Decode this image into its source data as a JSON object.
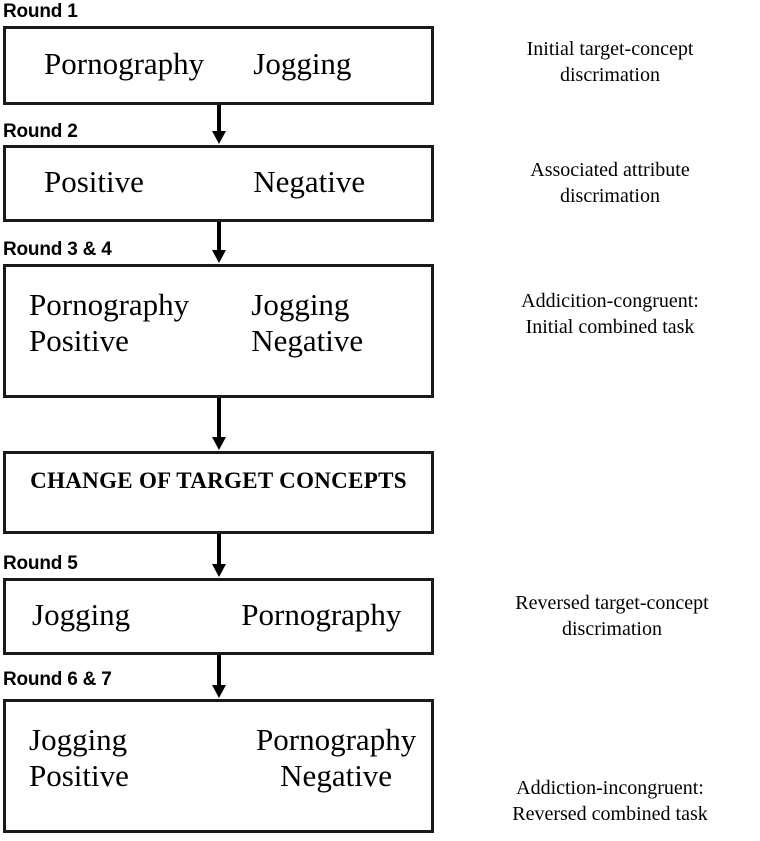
{
  "diagram": {
    "title": "Implicit Association Test round sequence",
    "line_color": "#1a1a1a",
    "text_color": "#000000",
    "background": "#ffffff"
  },
  "stages": [
    {
      "round_label": "Round 1",
      "type": "single",
      "left": {
        "line1": "Pornography"
      },
      "right": {
        "line1": "Jogging"
      },
      "description": {
        "line1": "Initial target-concept",
        "line2": "discrimation"
      }
    },
    {
      "round_label": "Round 2",
      "type": "single",
      "left": {
        "line1": "Positive"
      },
      "right": {
        "line1": "Negative"
      },
      "description": {
        "line1": "Associated attribute",
        "line2": "discrimation"
      }
    },
    {
      "round_label": "Round 3 & 4",
      "type": "double",
      "left": {
        "line1": "Pornography",
        "line2": "Positive"
      },
      "right": {
        "line1": "Jogging",
        "line2": "Negative"
      },
      "description": {
        "line1": "Addicition-congruent:",
        "line2": "Initial combined task"
      }
    },
    {
      "round_label": "",
      "type": "change",
      "change_text": {
        "line1": "CHANGE OF TARGET",
        "line2": "CONCEPTS"
      },
      "description": {
        "line1": "",
        "line2": ""
      }
    },
    {
      "round_label": "Round 5",
      "type": "single",
      "left": {
        "line1": "Jogging"
      },
      "right": {
        "line1": "Pornography"
      },
      "description": {
        "line1": "Reversed target-concept",
        "line2": "discrimation"
      }
    },
    {
      "round_label": "Round 6 & 7",
      "type": "double",
      "left": {
        "line1": "Jogging",
        "line2": "Positive"
      },
      "right": {
        "line1": "Pornography",
        "line2": "Negative"
      },
      "description": {
        "line1": "Addiction-incongruent:",
        "line2": "Reversed combined task"
      }
    }
  ],
  "connectors": [
    {
      "name": "arrow-round1-to-round2"
    },
    {
      "name": "arrow-round2-to-round34"
    },
    {
      "name": "arrow-round34-to-change"
    },
    {
      "name": "arrow-change-to-round5"
    },
    {
      "name": "arrow-round5-to-round67"
    }
  ]
}
